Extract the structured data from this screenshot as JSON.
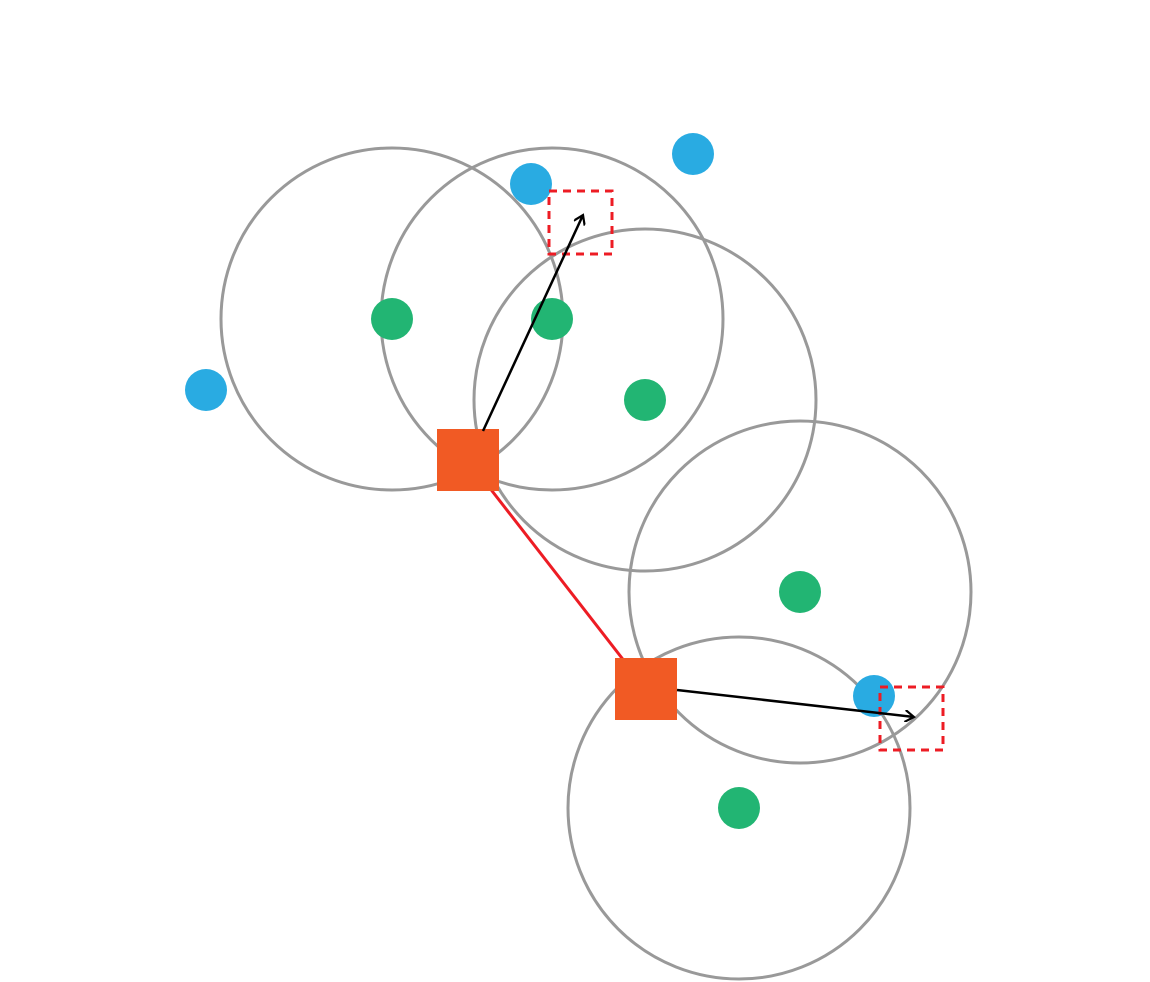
{
  "colors": {
    "range_circle": "#999999",
    "green_node": "#22b573",
    "blue_node": "#29abe2",
    "square_node": "#f15a24",
    "link_line": "#ed1c24",
    "target_box": "#ed1c24",
    "arrow": "#000000"
  },
  "diagram": {
    "circles_with_green_centers": 5,
    "blue_nodes": 4,
    "square_nodes": 2,
    "arrows": 2,
    "dashed_target_boxes": 2
  }
}
